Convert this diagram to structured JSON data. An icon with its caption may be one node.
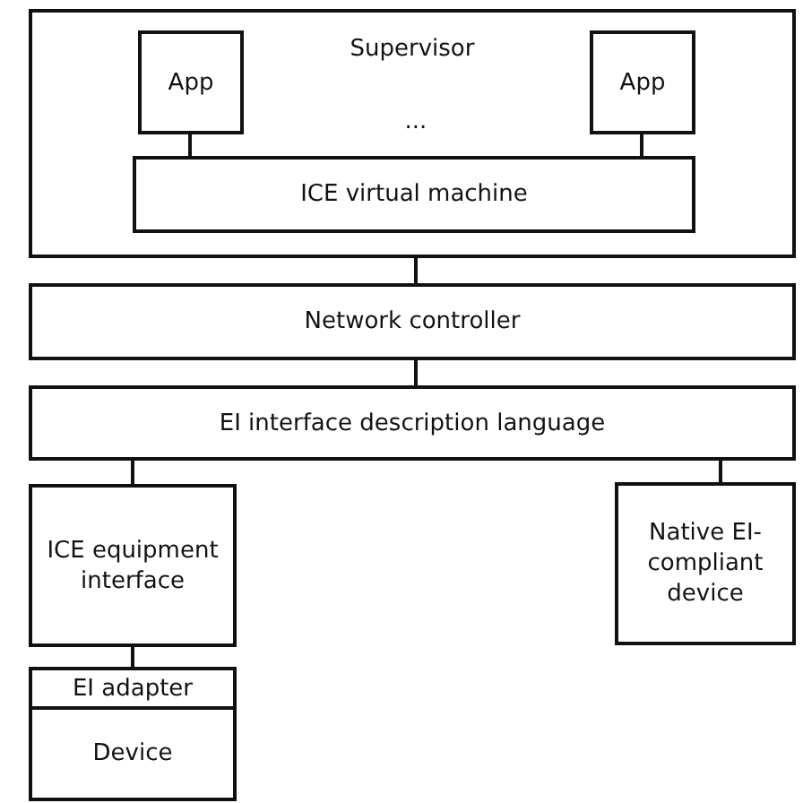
{
  "diagram": {
    "nodes": [
      {
        "text": [
          "Supervisor"
        ]
      },
      {
        "text": [
          "App"
        ],
        "in": 0
      },
      {
        "text": [
          "App"
        ],
        "in": 0
      },
      {
        "text": [
          "ICE virtual machine"
        ],
        "in": 0
      },
      {
        "text": [
          "Network controller"
        ]
      },
      {
        "text": [
          "EI interface description language"
        ]
      },
      {
        "text": [
          "ICE equipment interface"
        ]
      },
      {
        "text": [
          "Native EI-compliant device"
        ]
      },
      {
        "text": [
          "EI adapter"
        ]
      },
      {
        "text": [
          "Device"
        ]
      }
    ],
    "edges": [
      {
        "from": 1,
        "to": 3,
        "arrow": "none"
      },
      {
        "from": 2,
        "to": 3,
        "arrow": "none"
      },
      {
        "from": 0,
        "to": 4,
        "arrow": "none"
      },
      {
        "from": 4,
        "to": 5,
        "arrow": "none"
      },
      {
        "from": 5,
        "to": 6,
        "arrow": "none"
      },
      {
        "from": 5,
        "to": 7,
        "arrow": "none"
      },
      {
        "from": 6,
        "to": 8,
        "arrow": "none"
      }
    ],
    "labels": [
      "..."
    ]
  }
}
